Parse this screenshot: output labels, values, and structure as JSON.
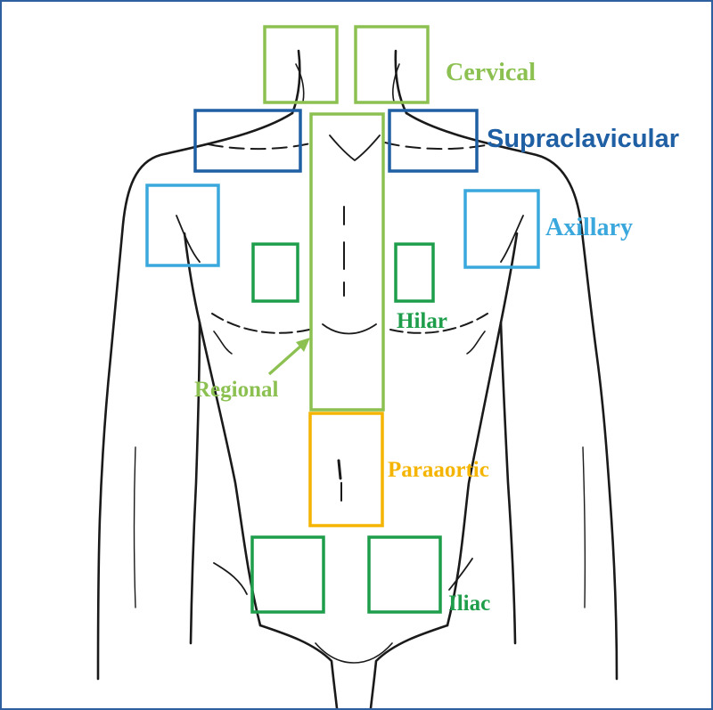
{
  "colors": {
    "frame": "#2e5f9e",
    "lime": "#8cc152",
    "navy": "#1f5fa3",
    "sky": "#3aa8dc",
    "green": "#1e9e4a",
    "orange": "#f4b400",
    "outline": "#1a1a1a"
  },
  "labels": {
    "cervical": "Cervical",
    "supraclavicular": "Supraclavicular",
    "axillary": "Axillary",
    "hilar": "Hilar",
    "regional": "Regional",
    "paraaortic": "Paraaortic",
    "iliac": "Iliac"
  }
}
